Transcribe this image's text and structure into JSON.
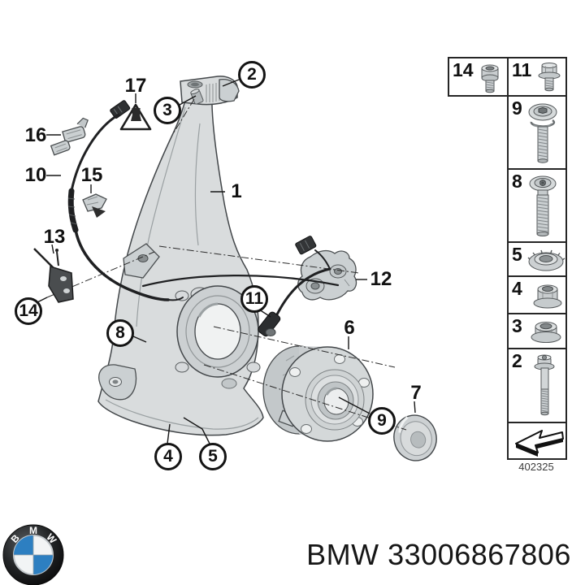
{
  "diagram": {
    "number": "402325",
    "callouts": {
      "c1": "1",
      "c2": "2",
      "c3": "3",
      "c4": "4",
      "c5": "5",
      "c6": "6",
      "c7": "7",
      "c8": "8",
      "c9": "9",
      "c10": "10",
      "c11": "11",
      "c12": "12",
      "c13": "13",
      "c14": "14",
      "c15": "15",
      "c16": "16",
      "c17": "17"
    }
  },
  "hardware_panel": {
    "items": [
      {
        "label": "14",
        "icon": "socket-head-cap-screw-icon"
      },
      {
        "label": "11",
        "icon": "hex-flange-bolt-icon"
      },
      {
        "label": "9",
        "icon": "washer-head-screw-icon"
      },
      {
        "label": "8",
        "icon": "pan-head-screw-icon"
      },
      {
        "label": "5",
        "icon": "collar-nut-icon"
      },
      {
        "label": "4",
        "icon": "flange-nut-icon"
      },
      {
        "label": "3",
        "icon": "flange-nut-low-icon"
      },
      {
        "label": "2",
        "icon": "hex-bolt-long-icon"
      }
    ]
  },
  "footer": {
    "text": "BMW 33006867806",
    "roundel_letters": [
      "B",
      "M",
      "W"
    ]
  },
  "colors": {
    "roundel_blue": "#2d7fc1",
    "metal_light": "#e8eaeb",
    "metal_mid": "#c9cdcf",
    "outline": "#43474a"
  }
}
